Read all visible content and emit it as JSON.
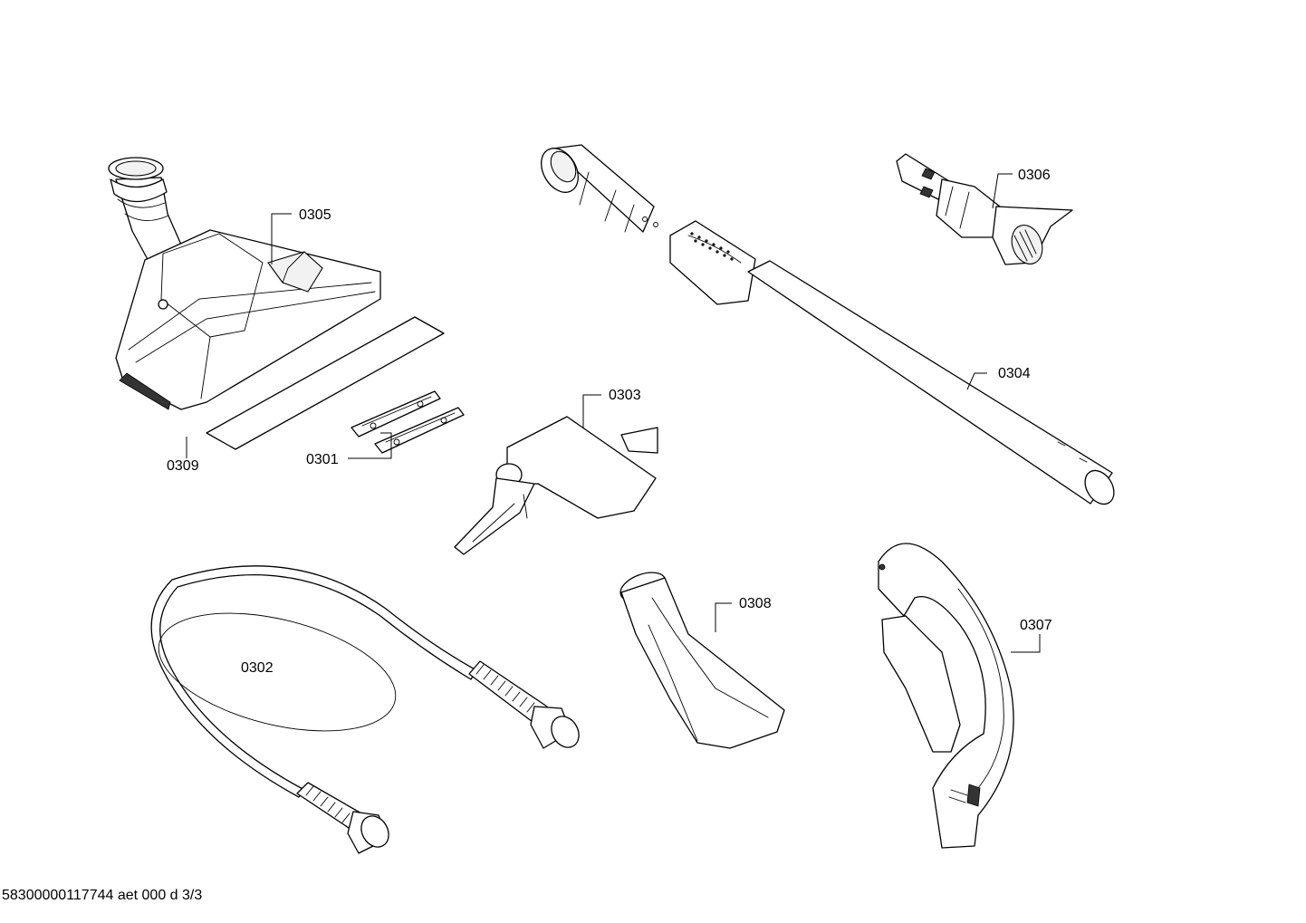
{
  "parts": [
    {
      "id": "0301",
      "label": "0301",
      "icon": "squeegee-strips-icon"
    },
    {
      "id": "0302",
      "label": "0302",
      "icon": "hose-icon"
    },
    {
      "id": "0303",
      "label": "0303",
      "icon": "upholstery-nozzle-icon"
    },
    {
      "id": "0304",
      "label": "0304",
      "icon": "telescopic-tube-icon"
    },
    {
      "id": "0305",
      "label": "0305",
      "icon": "floor-nozzle-icon"
    },
    {
      "id": "0306",
      "label": "0306",
      "icon": "crevice-nozzle-icon"
    },
    {
      "id": "0307",
      "label": "0307",
      "icon": "hose-handle-icon"
    },
    {
      "id": "0308",
      "label": "0308",
      "icon": "furniture-nozzle-icon"
    },
    {
      "id": "0309",
      "label": "0309",
      "icon": "strip-icon"
    }
  ],
  "footer": "58300000117744 aet 000 d 3/3"
}
